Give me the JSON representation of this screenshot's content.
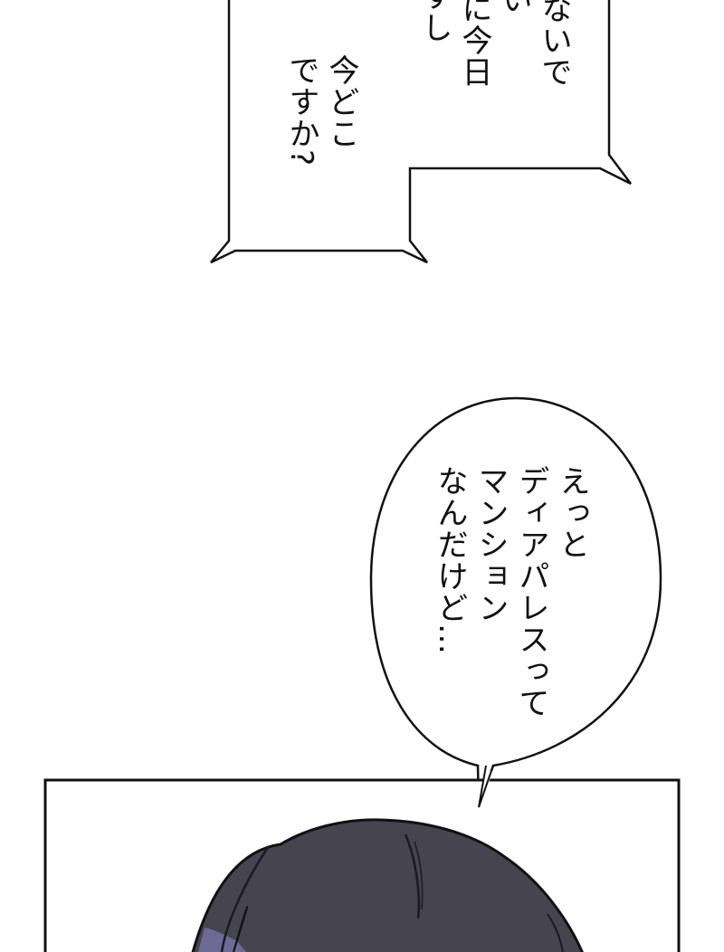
{
  "panels": [
    {
      "bubble_top": {
        "shape": "rectangular-speech-bubble",
        "lines_cut_off": [
          "ないで",
          "い",
          "に今日",
          "すし"
        ],
        "lines": [
          "今どこ",
          "ですか?"
        ]
      }
    },
    {
      "bubble_oval": {
        "shape": "oval-speech-bubble",
        "lines": [
          "えっと",
          "ディアパレスって",
          "マンション",
          "なんだけど…"
        ]
      }
    },
    {
      "panel_bottom": {
        "content": "character-hair",
        "colors": {
          "hair": "#46444f",
          "hair_highlight": "#6e6a95",
          "outline": "#111111"
        }
      }
    }
  ]
}
